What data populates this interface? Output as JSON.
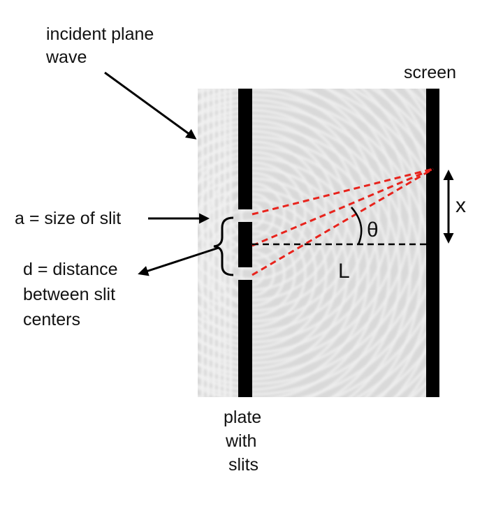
{
  "labels": {
    "incident_line1": "incident plane",
    "incident_line2": "wave",
    "screen": "screen",
    "slit_size": "a = size of slit",
    "slit_distance_line1": "d = distance",
    "slit_distance_line2": "between slit",
    "slit_distance_line3": "centers",
    "plate_line1": "plate",
    "plate_line2": "with",
    "plate_line3": "slits",
    "x": "x",
    "theta": "θ",
    "L": "L"
  },
  "colors": {
    "ray": "#e8231c",
    "barrier": "#000000",
    "wave_background": "#d9d9d9",
    "wave_crest": "#f2f2f2",
    "text": "#111111"
  },
  "icons": [
    "arrow-icon",
    "brace-icon",
    "double-arrow-icon"
  ]
}
